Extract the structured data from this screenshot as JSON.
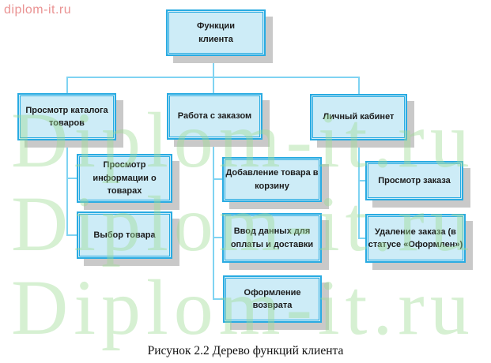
{
  "watermark": {
    "corner_text": "diplom-it.ru",
    "text": "Diplom-it.ru",
    "green_color": "#9edb94",
    "red_color": "#ea9393"
  },
  "caption": "Рисунок 2.2 Дерево функций клиента",
  "diagram": {
    "title": "Дерево функций клиента",
    "node_fill": "#cdecf7",
    "node_border": "#29abe2",
    "line_color": "#7fd3f2",
    "shadow_color": "#c9c9c9",
    "root": "Функции\nклиента",
    "level2": [
      "Просмотр каталога\nтоваров",
      "Работа с заказом",
      "Личный кабинет"
    ],
    "level3": {
      "catalog": [
        "Просмотр\nинформации о\nтоварах",
        "Выбор товара"
      ],
      "order": [
        "Добавление товара в\nкорзину",
        "Ввод данных для\nоплаты и доставки",
        "Оформление\nвозврата"
      ],
      "account": [
        "Просмотр заказа",
        "Удаление заказа (в\nстатусе «Оформлен»)"
      ]
    }
  }
}
